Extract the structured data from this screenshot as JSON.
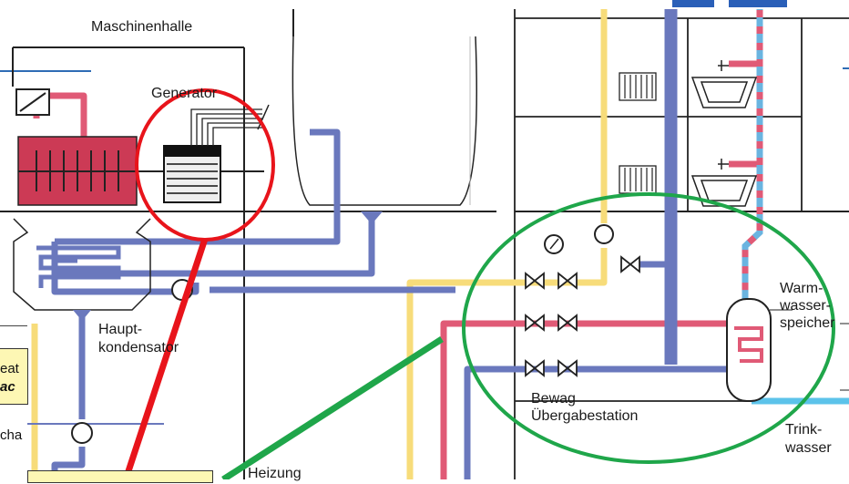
{
  "labels": {
    "machine_hall": "Maschinenhalle",
    "generator": "Generator",
    "main_condenser_1": "Haupt-",
    "main_condenser_2": "kondensator",
    "heating": "Heizung",
    "transfer_station_1": "Bewag",
    "transfer_station_2": "Übergabestation",
    "hot_water_1": "Warm-",
    "hot_water_2": "wasser-",
    "hot_water_3": "speicher",
    "drinking_water_1": "Trink-",
    "drinking_water_2": "wasser"
  },
  "slide_fragments": {
    "line1": "eat",
    "line2": "ac",
    "line3": "cha"
  },
  "colors": {
    "pipe_blue": "#6a78bd",
    "pipe_red": "#e05a76",
    "pipe_yellow": "#f7dc7a",
    "pipe_light_blue": "#5cc3ea",
    "turbine_red": "#cc3a55",
    "highlight_red": "#e8141b",
    "highlight_green": "#1fa64a",
    "slide_box_yellow": "#fdf7b4",
    "slide_line_blue": "#2e6cb5"
  }
}
